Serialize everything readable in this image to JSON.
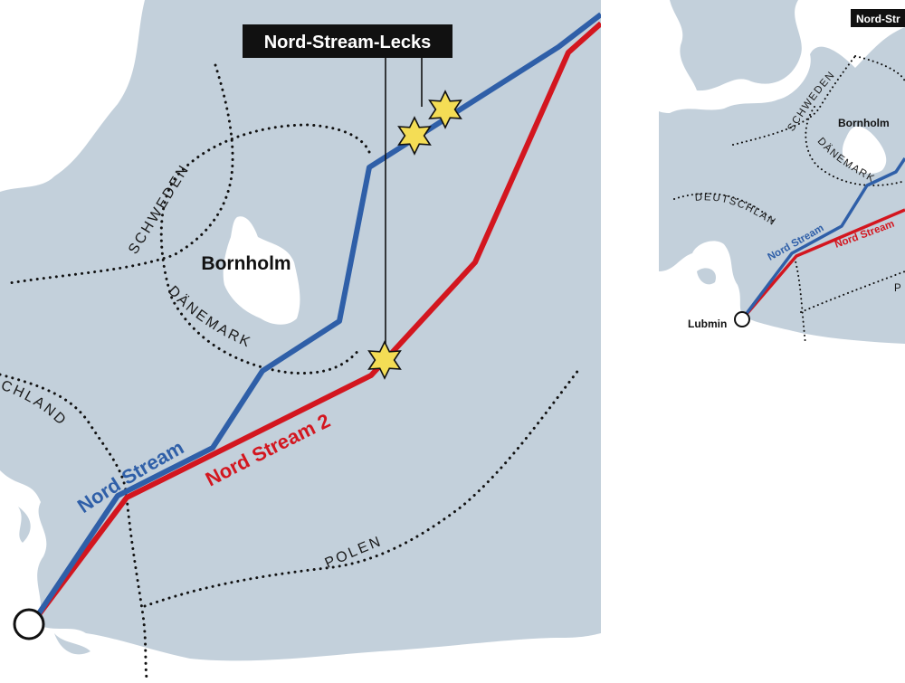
{
  "colors": {
    "sea": "#c3d0db",
    "land": "#ffffff",
    "nord_stream": "#2f5fa8",
    "nord_stream_2": "#d3161f",
    "leak_star": "#f4dd55",
    "callout_bg": "#111111"
  },
  "main_map": {
    "callout": "Nord-Stream-Lecks",
    "island": "Bornholm",
    "pipelines": {
      "nord_stream": "Nord Stream",
      "nord_stream_2": "Nord Stream 2"
    },
    "borders": {
      "schweden": "SCHWEDEN",
      "daenemark": "DÄNEMARK",
      "deutschland": "CHLAND",
      "polen": "POLEN"
    },
    "leak_icons": [
      "star-icon",
      "star-icon",
      "star-icon"
    ]
  },
  "inset_map": {
    "callout": "Nord-Str",
    "island": "Bornholm",
    "pipelines": {
      "nord_stream": "Nord Stream",
      "nord_stream_2": "Nord Stream"
    },
    "borders": {
      "schweden": "SCHWEDEN",
      "daenemark": "DÄNEMARK",
      "deutschland": "DEUTSCHLAND",
      "polen": "P"
    },
    "city": "Lubmin"
  }
}
